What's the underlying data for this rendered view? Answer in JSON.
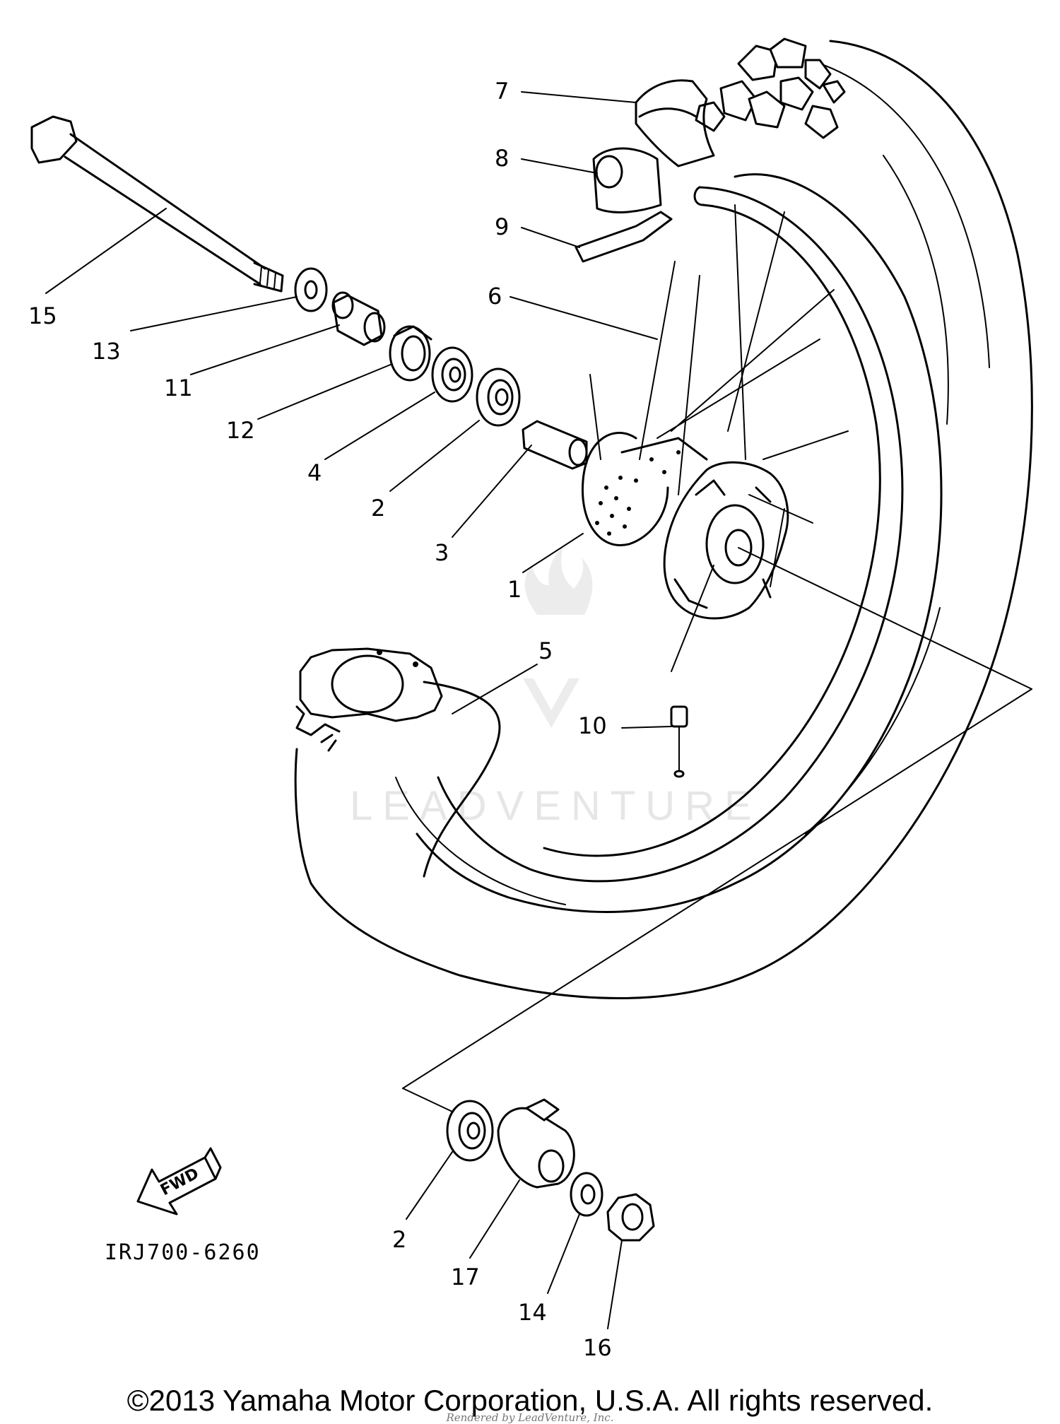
{
  "diagram": {
    "drawing_code": "IRJ700-6260",
    "fwd_label": "FWD",
    "watermark": "LEADVENTURE",
    "callouts": [
      "7",
      "8",
      "9",
      "6",
      "15",
      "13",
      "11",
      "12",
      "4",
      "2",
      "3",
      "1",
      "5",
      "10",
      "2",
      "17",
      "14",
      "16"
    ]
  },
  "footer": {
    "copyright": "©2013 Yamaha Motor Corporation, U.S.A. All rights reserved.",
    "rendered_by": "Rendered by LeadVenture, Inc."
  }
}
